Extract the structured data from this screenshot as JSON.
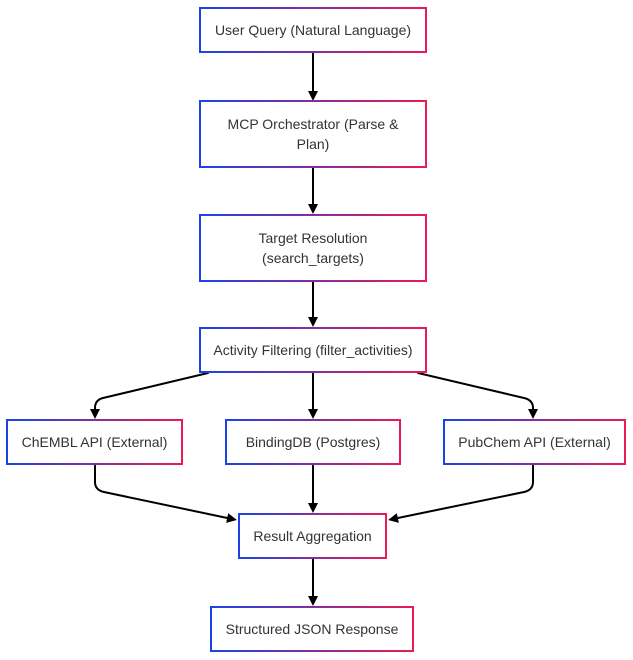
{
  "colors": {
    "background": "#ffffff",
    "node_fill": "#ffffff",
    "border_gradient_start": "#1a44e6",
    "border_gradient_end": "#ec1a55",
    "edge": "#000000",
    "text": "#333333"
  },
  "nodes": {
    "user_query": {
      "lines": [
        "User Query (Natural Language)"
      ]
    },
    "orchestrator": {
      "lines": [
        "MCP Orchestrator (Parse &",
        "Plan)"
      ]
    },
    "target_resolution": {
      "lines": [
        "Target Resolution",
        "(search_targets)"
      ]
    },
    "activity_filtering": {
      "lines": [
        "Activity Filtering (filter_activities)"
      ]
    },
    "chembl": {
      "lines": [
        "ChEMBL API (External)"
      ]
    },
    "bindingdb": {
      "lines": [
        "BindingDB (Postgres)"
      ]
    },
    "pubchem": {
      "lines": [
        "PubChem API (External)"
      ]
    },
    "aggregation": {
      "lines": [
        "Result Aggregation"
      ]
    },
    "response": {
      "lines": [
        "Structured JSON Response"
      ]
    }
  },
  "edges": [
    {
      "from": "user_query",
      "to": "orchestrator"
    },
    {
      "from": "orchestrator",
      "to": "target_resolution"
    },
    {
      "from": "target_resolution",
      "to": "activity_filtering"
    },
    {
      "from": "activity_filtering",
      "to": "chembl"
    },
    {
      "from": "activity_filtering",
      "to": "bindingdb"
    },
    {
      "from": "activity_filtering",
      "to": "pubchem"
    },
    {
      "from": "chembl",
      "to": "aggregation"
    },
    {
      "from": "bindingdb",
      "to": "aggregation"
    },
    {
      "from": "pubchem",
      "to": "aggregation"
    },
    {
      "from": "aggregation",
      "to": "response"
    }
  ]
}
